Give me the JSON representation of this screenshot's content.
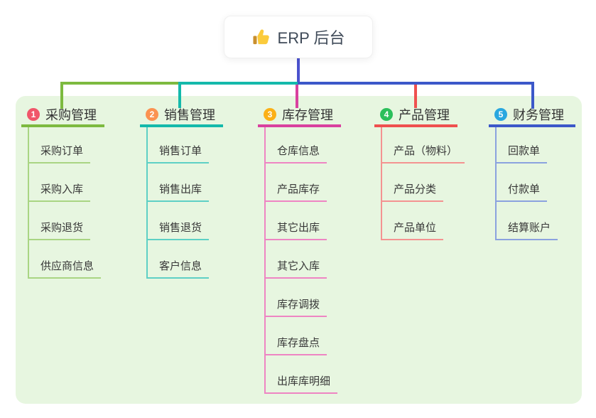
{
  "root": {
    "title": "ERP 后台",
    "icon": "thumbs-up"
  },
  "theme": {
    "panel_bg": "#e7f6e0",
    "root_text_color": "#3f4a58"
  },
  "connector": {
    "root_line_color": "#4b52ce"
  },
  "branches": [
    {
      "badge": "1",
      "title": "采购管理",
      "badge_color": "#f0566a",
      "line_color": "#7dba40",
      "item_line_color": "#a9d583",
      "items": [
        "采购订单",
        "采购入库",
        "采购退货",
        "供应商信息"
      ]
    },
    {
      "badge": "2",
      "title": "销售管理",
      "badge_color": "#fb9251",
      "line_color": "#14b9ab",
      "item_line_color": "#5ed0c5",
      "items": [
        "销售订单",
        "销售出库",
        "销售退货",
        "客户信息"
      ]
    },
    {
      "badge": "3",
      "title": "库存管理",
      "badge_color": "#fbb016",
      "line_color": "#d9419f",
      "item_line_color": "#ee85c3",
      "items": [
        "仓库信息",
        "产品库存",
        "其它出库",
        "其它入库",
        "库存调拨",
        "库存盘点",
        "出库库明细"
      ]
    },
    {
      "badge": "4",
      "title": "产品管理",
      "badge_color": "#2bbf5b",
      "line_color": "#ef504f",
      "item_line_color": "#f49391",
      "items": [
        "产品（物料）",
        "产品分类",
        "产品单位"
      ]
    },
    {
      "badge": "5",
      "title": "财务管理",
      "badge_color": "#29a7df",
      "line_color": "#3c58c9",
      "item_line_color": "#8ba2df",
      "items": [
        "回款单",
        "付款单",
        "结算账户"
      ]
    }
  ]
}
